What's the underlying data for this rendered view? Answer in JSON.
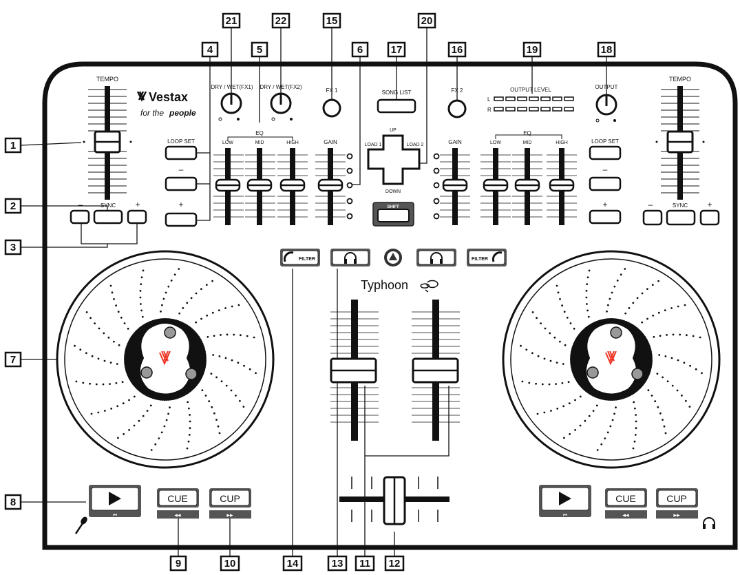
{
  "callouts": [
    "1",
    "2",
    "3",
    "4",
    "5",
    "6",
    "7",
    "8",
    "9",
    "10",
    "11",
    "12",
    "13",
    "14",
    "15",
    "16",
    "17",
    "18",
    "19",
    "20",
    "21",
    "22"
  ],
  "brand": {
    "name": "Vestax",
    "tagline_prefix": "for the ",
    "tagline_emph": "people",
    "model": "Typhoon"
  },
  "labels": {
    "tempo": "TEMPO",
    "sync": "SYNC",
    "minus": "–",
    "plus": "+",
    "dry_wet_1": "DRY / WET(FX1)",
    "dry_wet_2": "DRY / WET(FX2)",
    "fx1": "FX 1",
    "fx2": "FX 2",
    "song_list": "SONG LIST",
    "output_level": "OUTPUT LEVEL",
    "output": "OUTPUT",
    "meter_l": "L",
    "meter_r": "R",
    "loop_set": "LOOP SET",
    "eq": "EQ",
    "low": "LOW",
    "mid": "MID",
    "high": "HIGH",
    "gain": "GAIN",
    "up": "UP",
    "down": "DOWN",
    "load1": "LOAD 1",
    "load2": "LOAD 2",
    "shift": "SHIFT",
    "filter": "FILTER",
    "cue": "CUE",
    "cup": "CUP",
    "play_sub": "⏮",
    "rew": "◀◀",
    "ff": "▶▶"
  }
}
